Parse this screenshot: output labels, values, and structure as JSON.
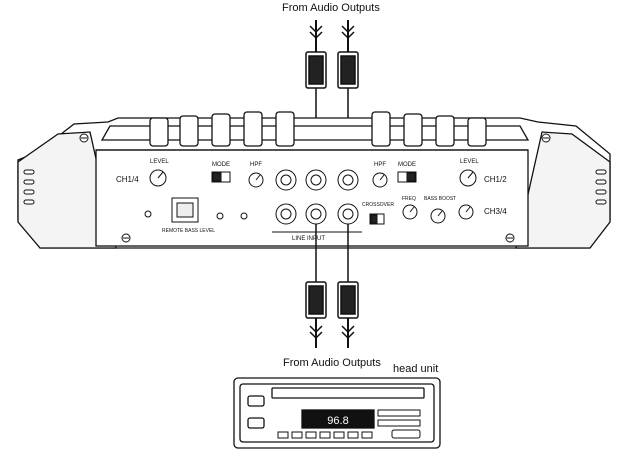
{
  "labels": {
    "top_connection": "From Audio Outputs",
    "bottom_connection": "From Audio Outputs",
    "head_unit": "head unit"
  },
  "amplifier": {
    "channel_left": "CH1/4",
    "channel_right": "CH1/2",
    "channel_right_lower": "CH3/4",
    "level_label": "LEVEL",
    "mode_label": "MODE",
    "hpf_label": "HPF",
    "input_label": "LINE INPUT",
    "remote_label": "REMOTE BASS LEVEL",
    "bass_boost_label": "BASS BOOST",
    "freq_label": "FREQ",
    "crossover_label": "CROSSOVER"
  },
  "head_unit_display": {
    "frequency": "96.8"
  },
  "colors": {
    "line": "#111111",
    "panel": "#ffffff",
    "plug_tip": "#222222"
  }
}
